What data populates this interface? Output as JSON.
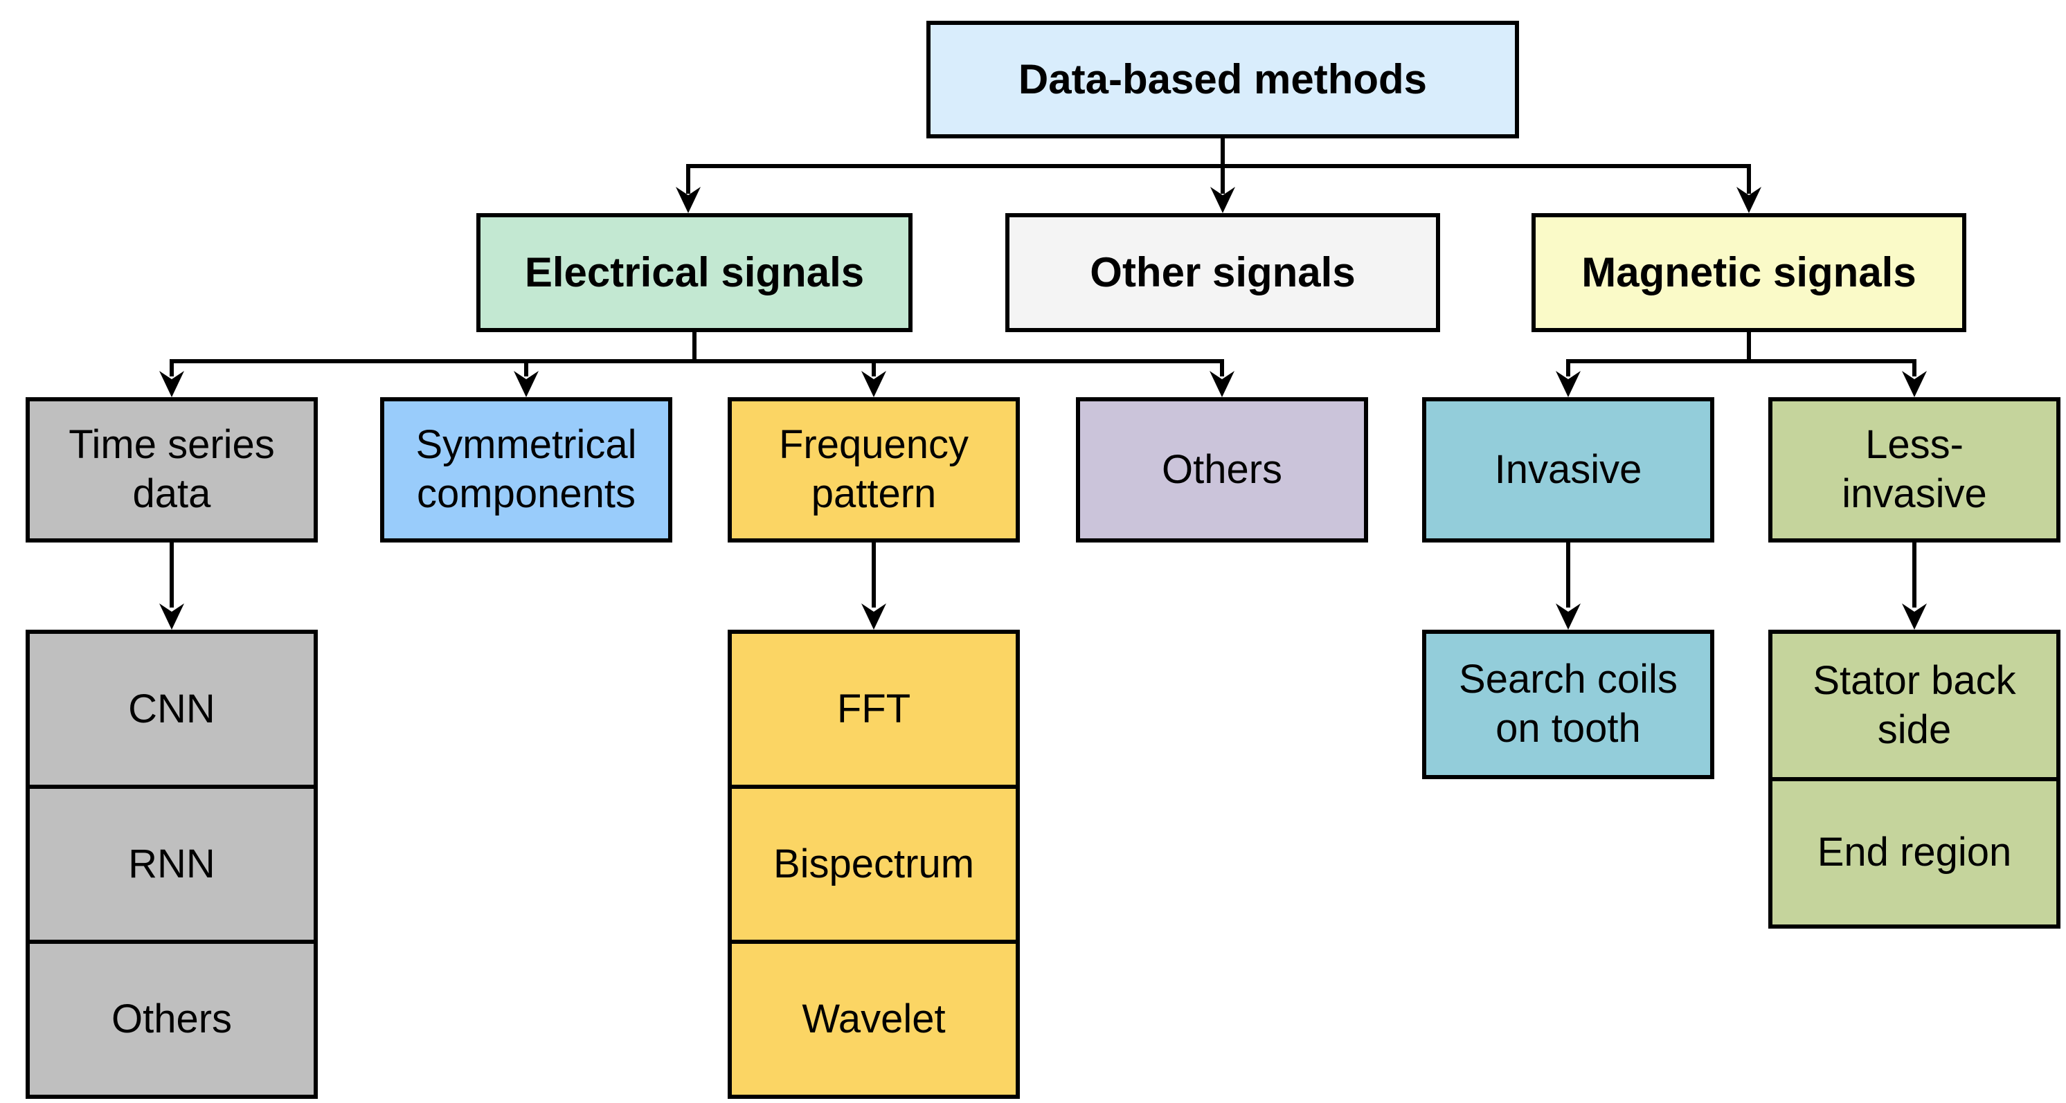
{
  "diagram": {
    "root": {
      "label": "Data-based methods",
      "fill": "#d9edfc"
    },
    "level2": [
      {
        "label": "Electrical signals",
        "fill": "#c3e8d2"
      },
      {
        "label": "Other signals",
        "fill": "#f4f4f4"
      },
      {
        "label": "Magnetic signals",
        "fill": "#fafac8"
      }
    ],
    "level3": [
      {
        "label": "Time series data",
        "fill": "#bfbfbf",
        "parent": "Electrical signals"
      },
      {
        "label": "Symmetrical components",
        "fill": "#99ccfb",
        "parent": "Electrical signals"
      },
      {
        "label": "Frequency pattern",
        "fill": "#fbd564",
        "parent": "Electrical signals"
      },
      {
        "label": "Others",
        "fill": "#cbc4da",
        "parent": "Electrical signals"
      },
      {
        "label": "Invasive",
        "fill": "#93cdda",
        "parent": "Magnetic signals"
      },
      {
        "label": "Less-invasive",
        "fill": "#c5d49c",
        "parent": "Magnetic signals"
      }
    ],
    "level4": [
      {
        "parent": "Time series data",
        "fill": "#bfbfbf",
        "items": [
          "CNN",
          "RNN",
          "Others"
        ]
      },
      {
        "parent": "Frequency pattern",
        "fill": "#fbd564",
        "items": [
          "FFT",
          "Bispectrum",
          "Wavelet"
        ]
      },
      {
        "parent": "Invasive",
        "fill": "#93cdda",
        "items": [
          "Search coils on tooth"
        ]
      },
      {
        "parent": "Less-invasive",
        "fill": "#c5d49c",
        "items": [
          "Stator back side",
          "End region"
        ]
      }
    ],
    "line_color": "#000000"
  }
}
